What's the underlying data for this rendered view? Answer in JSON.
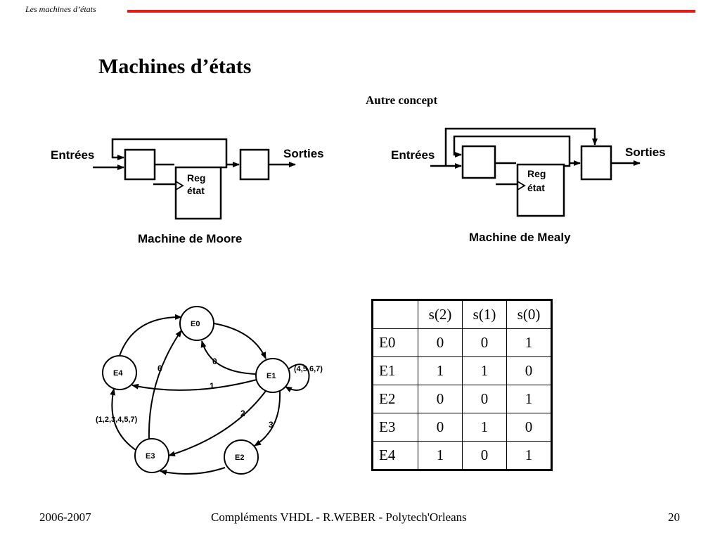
{
  "header": {
    "title": "Les machines d’états",
    "rule_color": "#e31b1b"
  },
  "slide": {
    "title": "Machines d’états",
    "subtitle": "Autre concept"
  },
  "moore": {
    "inputs": "Entrées",
    "outputs": "Sorties",
    "reg_line1": "Reg",
    "reg_line2": "état",
    "caption": "Machine de Moore"
  },
  "mealy": {
    "inputs": "Entrées",
    "outputs": "Sorties",
    "reg_line1": "Reg",
    "reg_line2": "état",
    "caption": "Machine de Mealy"
  },
  "state_graph": {
    "states": [
      "E0",
      "E1",
      "E2",
      "E3",
      "E4"
    ],
    "labels": {
      "e1_e0": "0",
      "e1_e4": "1",
      "e1_e3": "2",
      "e1_e2": "3",
      "e3_e0": "6",
      "e1_self": "(4,5,6,7)",
      "e4_e3": "(1,2,3,4,5,7)"
    }
  },
  "table": {
    "columns": [
      "",
      "s(2)",
      "s(1)",
      "s(0)"
    ],
    "rows": [
      [
        "E0",
        "0",
        "0",
        "1"
      ],
      [
        "E1",
        "1",
        "1",
        "0"
      ],
      [
        "E2",
        "0",
        "0",
        "1"
      ],
      [
        "E3",
        "0",
        "1",
        "0"
      ],
      [
        "E4",
        "1",
        "0",
        "1"
      ]
    ]
  },
  "footer": {
    "left": "2006-2007",
    "center": "Compléments VHDL - R.WEBER - Polytech'Orleans",
    "right": "20"
  }
}
